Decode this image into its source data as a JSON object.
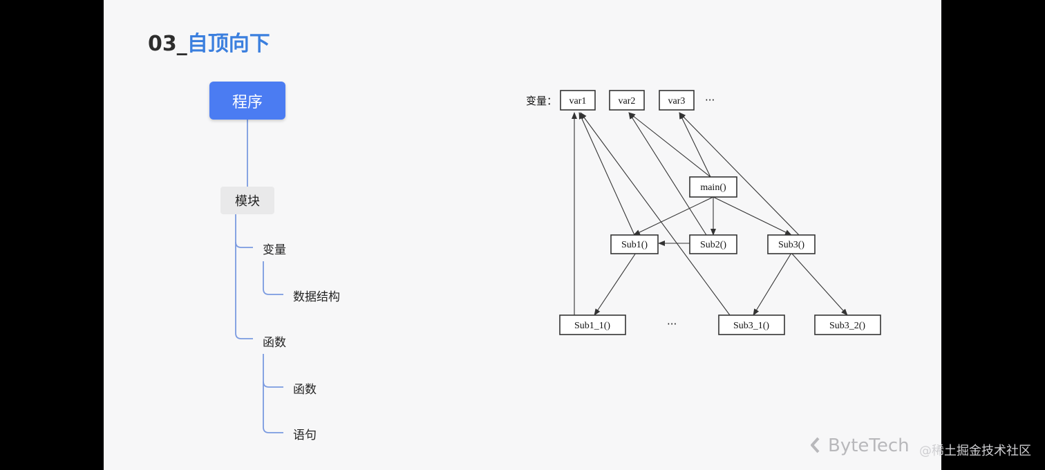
{
  "title": {
    "number": "03_",
    "text": "自顶向下"
  },
  "tree": {
    "root": "程序",
    "module": "模块",
    "variables": "变量",
    "data_structures": "数据结构",
    "functions": "函数",
    "functions_child": "函数",
    "statements": "语句"
  },
  "diagram": {
    "vars_label": "变量：",
    "nodes": {
      "var1": "var1",
      "var2": "var2",
      "var3": "var3",
      "vars_ellipsis": "···",
      "main": "main()",
      "sub1": "Sub1()",
      "sub2": "Sub2()",
      "sub3": "Sub3()",
      "sub1_1": "Sub1_1()",
      "subs_ellipsis": "···",
      "sub3_1": "Sub3_1()",
      "sub3_2": "Sub3_2()"
    }
  },
  "brand": {
    "logo_icon": "bytetech-logo-icon",
    "name": "ByteTech"
  },
  "watermark": "@稀土掘金技术社区",
  "colors": {
    "accent": "#3b7fde",
    "root_node": "#4b7cf2",
    "tree_line": "#7a9ae0"
  }
}
